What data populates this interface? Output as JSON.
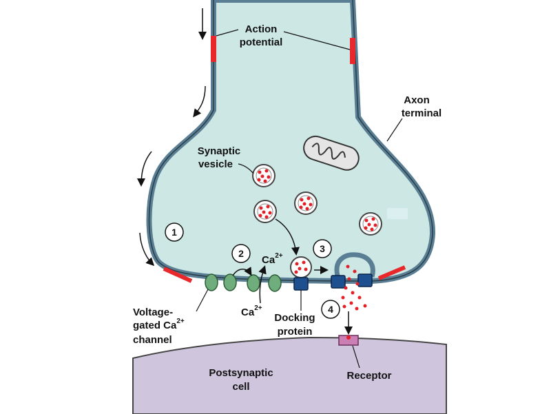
{
  "labels": {
    "action_potential_line1": "Action",
    "action_potential_line2": "potential",
    "axon_terminal_line1": "Axon",
    "axon_terminal_line2": "terminal",
    "synaptic_vesicle_line1": "Synaptic",
    "synaptic_vesicle_line2": "vesicle",
    "ca_upper_base": "Ca",
    "ca_upper_sup": "2+",
    "ca_lower_base": "Ca",
    "ca_lower_sup": "2+",
    "voltage_gated_line1": "Voltage-",
    "voltage_gated_line2_base": "gated Ca",
    "voltage_gated_line2_sup": "2+",
    "voltage_gated_line3": "channel",
    "docking_protein_line1": "Docking",
    "docking_protein_line2": "protein",
    "postsynaptic_line1": "Postsynaptic",
    "postsynaptic_line2": "cell",
    "receptor": "Receptor"
  },
  "steps": [
    "1",
    "2",
    "3",
    "4"
  ],
  "colors": {
    "cytoplasm": "#cde8e4",
    "membrane": "#5a7f94",
    "action_potential": "#e8282a",
    "channel": "#6fae7c",
    "docking": "#1e4f8f",
    "postsynaptic": "#cfc6de",
    "receptor": "#cc7fb5",
    "neurotransmitter": "#e21f26"
  }
}
